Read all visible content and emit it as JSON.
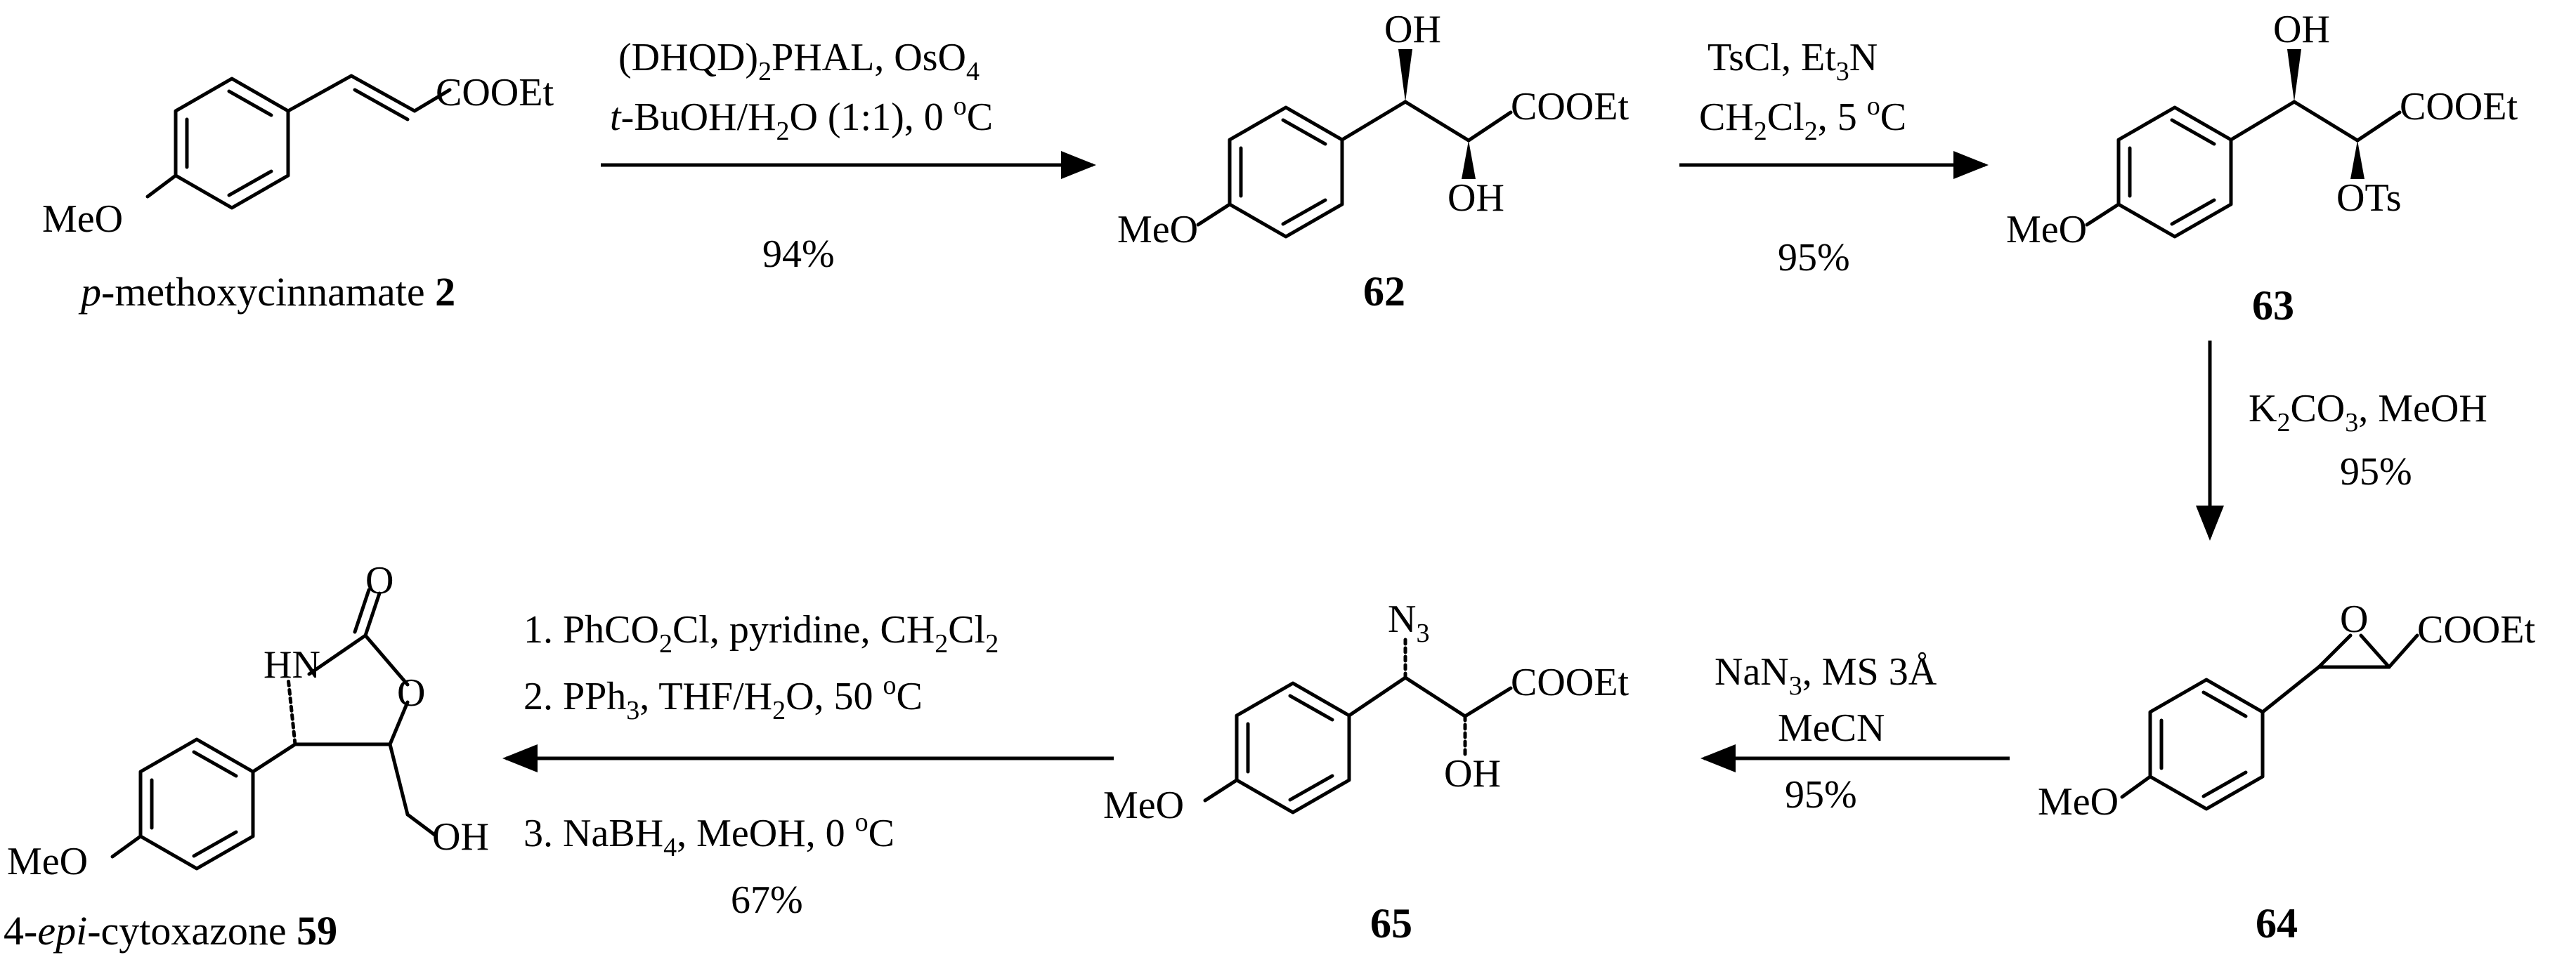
{
  "compounds": {
    "c2": {
      "substituent": "MeO",
      "ester": "COOEt",
      "caption_italic": "p",
      "caption_text": "-methoxycinnamate",
      "number": "2"
    },
    "c62": {
      "substituent": "MeO",
      "ester": "COOEt",
      "oh_top": "OH",
      "oh_bottom": "OH",
      "number": "62"
    },
    "c63": {
      "substituent": "MeO",
      "ester": "COOEt",
      "oh_top": "OH",
      "ots": "OTs",
      "number": "63"
    },
    "c64": {
      "substituent": "MeO",
      "ester": "COOEt",
      "ring_o": "O",
      "number": "64"
    },
    "c65": {
      "substituent": "MeO",
      "ester": "COOEt",
      "azide_n": "N",
      "azide_sub": "3",
      "oh": "OH",
      "number": "65"
    },
    "c59": {
      "substituent": "MeO",
      "carbonyl_o": "O",
      "nh": "HN",
      "ring_o": "O",
      "oh": "OH",
      "caption_prefix": "4-",
      "caption_italic": "epi",
      "caption_text": "-cytoxazone",
      "number": "59"
    }
  },
  "steps": {
    "step1": {
      "line1_a": "(DHQD)",
      "line1_sub": "2",
      "line1_b": "PHAL, OsO",
      "line1_sub2": "4",
      "line2_italic": "t",
      "line2_a": "-BuOH/H",
      "line2_sub": "2",
      "line2_b": "O (1:1), 0 ",
      "line2_sup": "o",
      "line2_c": "C",
      "yield": "94%"
    },
    "step2": {
      "line1_a": "TsCl, Et",
      "line1_sub": "3",
      "line1_b": "N",
      "line2_a": "CH",
      "line2_sub": "2",
      "line2_b": "Cl",
      "line2_sub2": "2",
      "line2_c": ", 5 ",
      "line2_sup": "o",
      "line2_d": "C",
      "yield": "95%"
    },
    "step3": {
      "line1_a": "K",
      "line1_sub": "2",
      "line1_b": "CO",
      "line1_sub2": "3",
      "line1_c": ", MeOH",
      "yield": "95%"
    },
    "step4": {
      "line1_a": "NaN",
      "line1_sub": "3",
      "line1_b": ", MS 3Å",
      "line2": "MeCN",
      "yield": "95%"
    },
    "step5": {
      "line1_a": "1. PhCO",
      "line1_sub": "2",
      "line1_b": "Cl, pyridine, CH",
      "line1_sub2": "2",
      "line1_c": "Cl",
      "line1_sub3": "2",
      "line2_a": "2. PPh",
      "line2_sub": "3",
      "line2_b": ", THF/H",
      "line2_sub2": "2",
      "line2_c": "O, 50 ",
      "line2_sup": "o",
      "line2_d": "C",
      "line3_a": "3. NaBH",
      "line3_sub": "4",
      "line3_b": ", MeOH, 0 ",
      "line3_sup": "o",
      "line3_c": "C",
      "yield": "67%"
    }
  }
}
